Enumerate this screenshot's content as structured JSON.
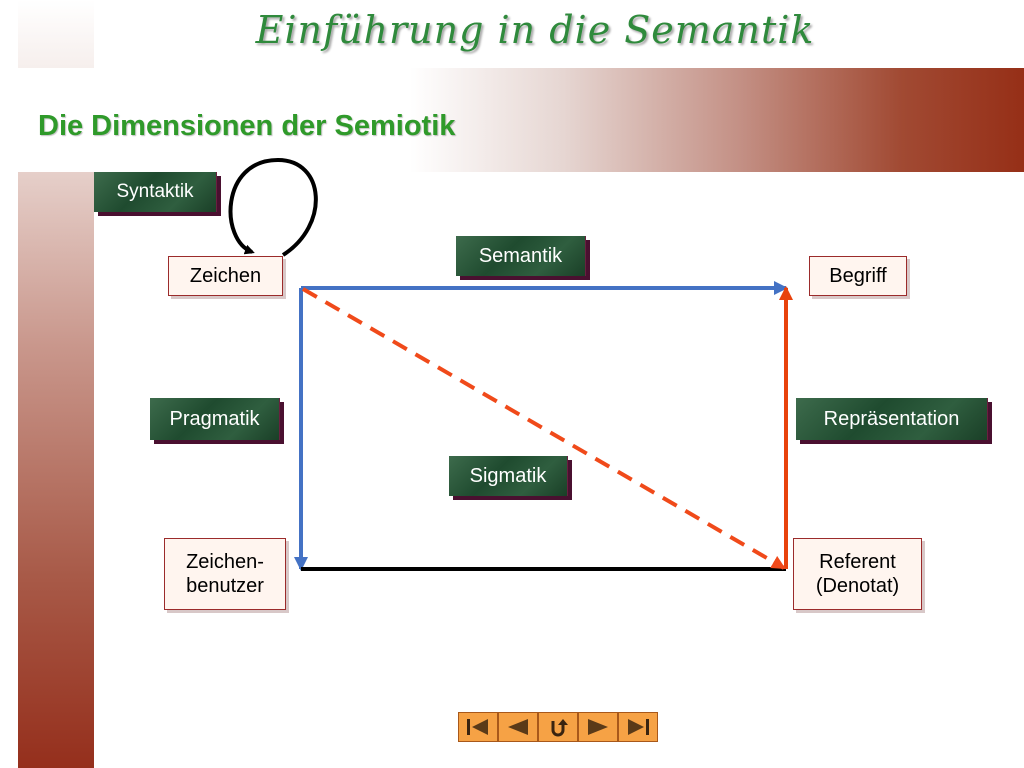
{
  "header": {
    "title": "Einführung in die Semantik"
  },
  "slide": {
    "title": "Die Dimensionen der Semiotik"
  },
  "nodes": {
    "zeichen": "Zeichen",
    "begriff": "Begriff",
    "zeichenbenutzer_line1": "Zeichen-",
    "zeichenbenutzer_line2": "benutzer",
    "referent_line1": "Referent",
    "referent_line2": "(Denotat)"
  },
  "relations": {
    "syntaktik": "Syntaktik",
    "semantik": "Semantik",
    "pragmatik": "Pragmatik",
    "repraesentation": "Repräsentation",
    "sigmatik": "Sigmatik"
  },
  "colors": {
    "semantik_arrow": "#4472c4",
    "repraesentation_arrow": "#e8420c",
    "sigmatik_arrow": "#f04a1a",
    "baseline": "#000000"
  },
  "navigation": {
    "buttons": [
      "first-icon",
      "previous-icon",
      "return-icon",
      "next-icon",
      "last-icon"
    ]
  }
}
